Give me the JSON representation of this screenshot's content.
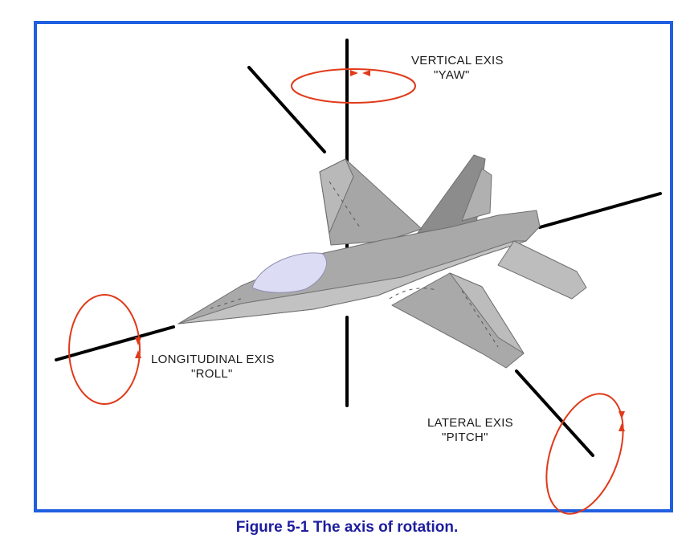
{
  "labels": {
    "vertical_line1": "VERTICAL EXIS",
    "vertical_line2": "\"YAW\"",
    "longitudinal_line1": "LONGITUDINAL EXIS",
    "longitudinal_line2": "\"ROLL\"",
    "lateral_line1": "LATERAL EXIS",
    "lateral_line2": "\"PITCH\""
  },
  "caption": "Figure 5-1   The axis of rotation.",
  "colors": {
    "frame_border": "#1f5fe0",
    "caption": "#1d1d9e",
    "rotation_arrow": "#e03a1a",
    "axis_line": "#000000",
    "jet_body": "#a9a9a9",
    "jet_dark": "#8a8a8a",
    "jet_light": "#c4c4c4",
    "canopy": "#dcdcf5"
  },
  "icons": {
    "aircraft": "fighter-jet-icon",
    "rotation": "rotation-ellipse-icon"
  }
}
